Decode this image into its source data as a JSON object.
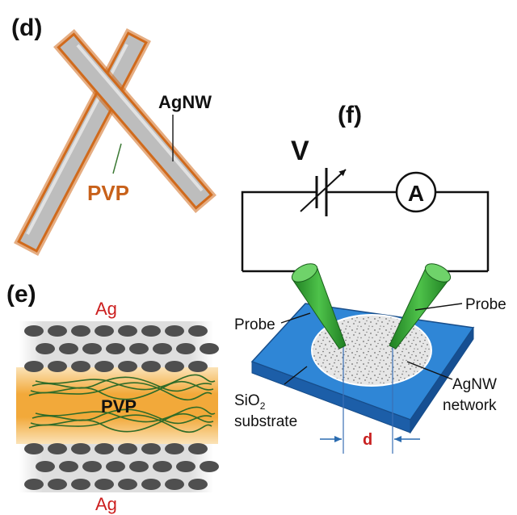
{
  "panels": {
    "d": {
      "label": "(d)",
      "wire_label": "AgNW",
      "coating_label": "PVP",
      "colors": {
        "wire": "#bdbdbd",
        "coating": "#d06a1c",
        "coating_text": "#c8611a"
      }
    },
    "e": {
      "label": "(e)",
      "top_label": "Ag",
      "bottom_label": "Ag",
      "middle_label": "PVP",
      "colors": {
        "atom": "#4f4f4f",
        "band": "#f0a830",
        "fiber": "#2e6b28",
        "ag_text": "#cc1f1f"
      }
    },
    "f": {
      "label": "(f)",
      "voltage_symbol": "V",
      "ammeter_symbol": "A",
      "probe_left": "Probe",
      "probe_right": "Probe",
      "substrate_line1": "SiO",
      "substrate_sub": "2",
      "substrate_line2": "substrate",
      "network_line1": "AgNW",
      "network_line2": "network",
      "distance_label": "d",
      "colors": {
        "substrate_top": "#2f86d6",
        "substrate_side": "#1c5ea8",
        "probe": "#2fa82f",
        "distance_text": "#c82020"
      }
    }
  }
}
